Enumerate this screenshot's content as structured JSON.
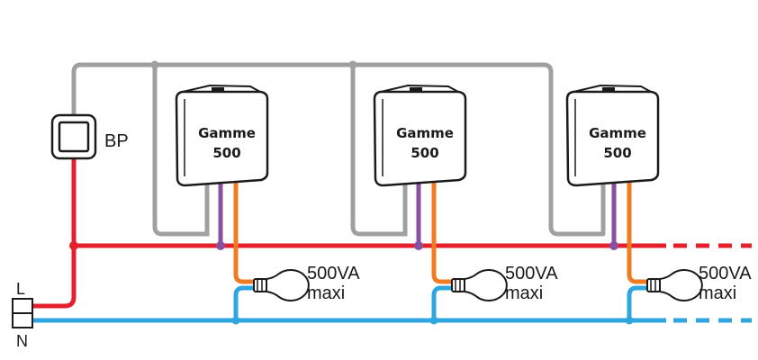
{
  "colors": {
    "phase": "#e3202b",
    "neutral": "#2fa6df",
    "control": "#a0a0a0",
    "command": "#8a4f9e",
    "output": "#f07b22",
    "outline": "#1a1a1a"
  },
  "labels": {
    "push_button": "BP",
    "phase": "L",
    "neutral": "N"
  },
  "modules": [
    {
      "line1": "Gamme",
      "line2": "500",
      "load_line1": "500VA",
      "load_line2": "maxi"
    },
    {
      "line1": "Gamme",
      "line2": "500",
      "load_line1": "500VA",
      "load_line2": "maxi"
    },
    {
      "line1": "Gamme",
      "line2": "500",
      "load_line1": "500VA",
      "load_line2": "maxi"
    }
  ],
  "icons": [
    "push-button-icon",
    "terminal-block-icon",
    "module-box-icon",
    "light-bulb-icon"
  ]
}
